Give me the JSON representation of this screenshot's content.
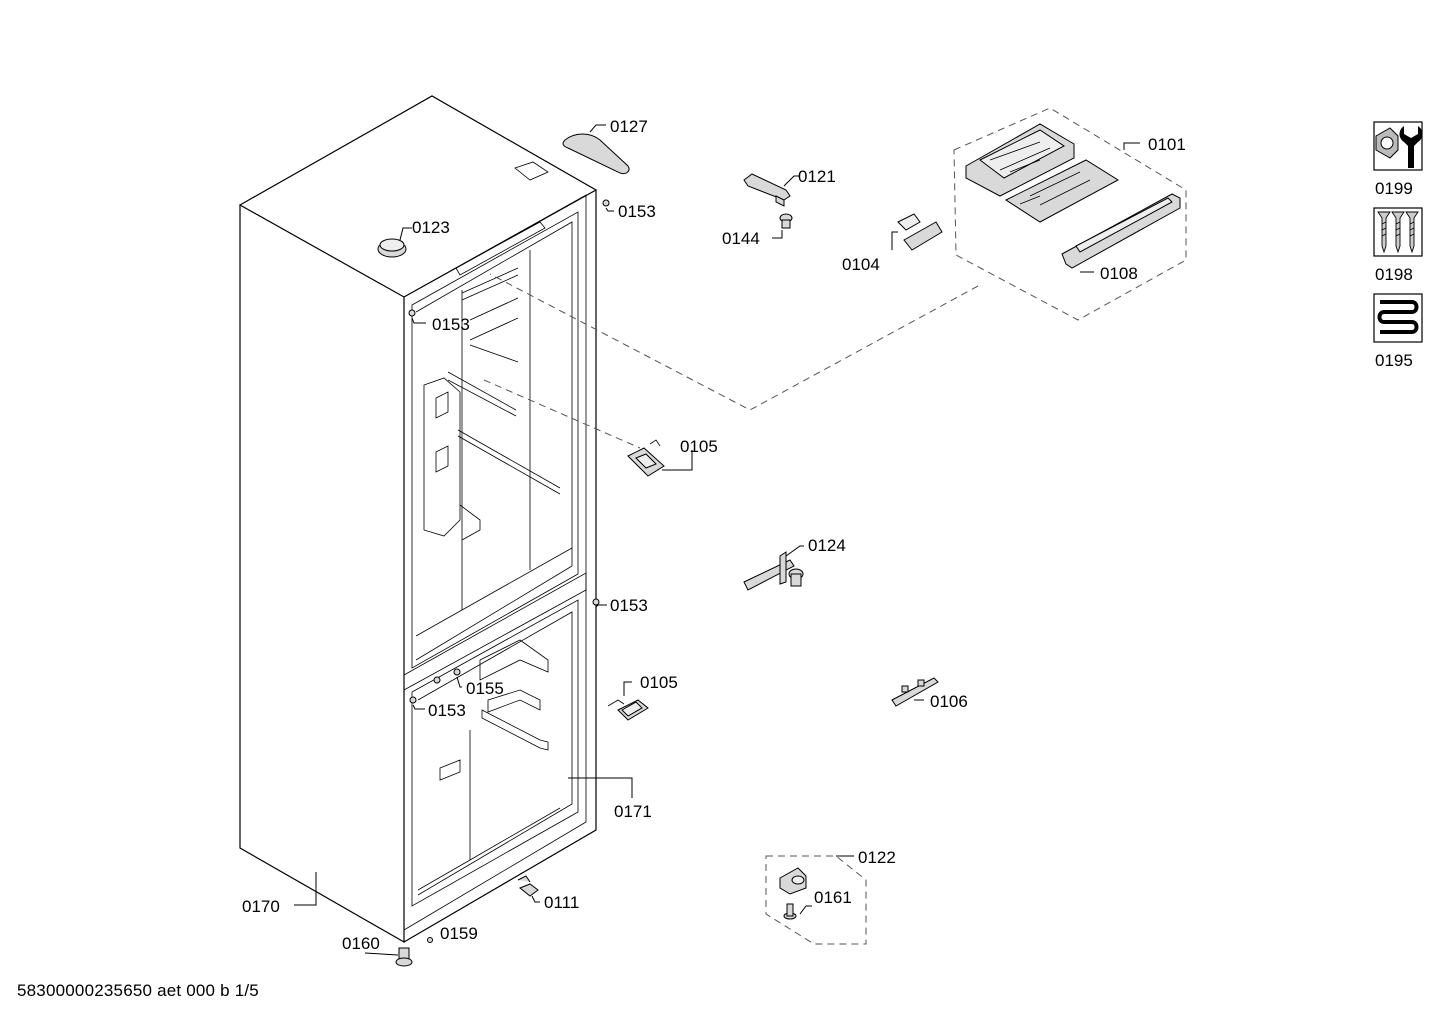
{
  "labels": {
    "p0101": "0101",
    "p0104": "0104",
    "p0105a": "0105",
    "p0105b": "0105",
    "p0106": "0106",
    "p0108": "0108",
    "p0111": "0111",
    "p0121": "0121",
    "p0122": "0122",
    "p0123": "0123",
    "p0124": "0124",
    "p0127": "0127",
    "p0144": "0144",
    "p0153a": "0153",
    "p0153b": "0153",
    "p0153c": "0153",
    "p0153d": "0153",
    "p0155": "0155",
    "p0159": "0159",
    "p0160": "0160",
    "p0161": "0161",
    "p0170": "0170",
    "p0171": "0171",
    "p0195": "0195",
    "p0198": "0198",
    "p0199": "0199"
  },
  "footer": "58300000235650 aet 000 b 1/5",
  "icons": [
    "wrench-nut-icon",
    "screws-icon",
    "heating-coil-icon"
  ]
}
